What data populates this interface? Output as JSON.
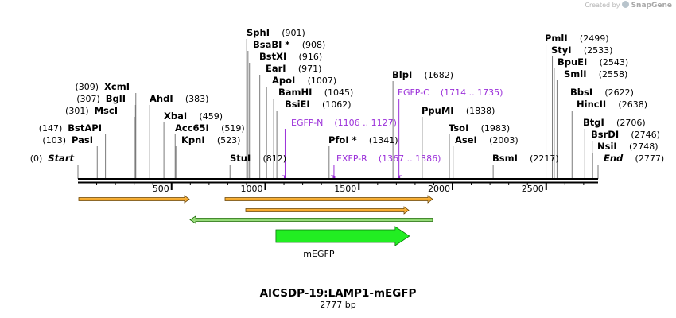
{
  "credit": {
    "prefix": "Created by",
    "brand": "SnapGene"
  },
  "title": "AICSDP-19:LAMP1-mEGFP",
  "subtitle": "2777 bp",
  "map": {
    "length": 2777,
    "ticks": [
      500,
      1000,
      1500,
      2000,
      2500
    ],
    "enzymes": [
      {
        "name": "Start",
        "pos": "(0)",
        "bp": 0
      },
      {
        "name": "PasI",
        "pos": "(103)",
        "bp": 103
      },
      {
        "name": "BstAPI",
        "pos": "(147)",
        "bp": 147
      },
      {
        "name": "MscI",
        "pos": "(301)",
        "bp": 301
      },
      {
        "name": "BglI",
        "pos": "(307)",
        "bp": 307
      },
      {
        "name": "XcmI",
        "pos": "(309)",
        "bp": 309
      },
      {
        "name": "AhdI",
        "pos": "(383)",
        "bp": 383
      },
      {
        "name": "XbaI",
        "pos": "(459)",
        "bp": 459
      },
      {
        "name": "Acc65I",
        "pos": "(519)",
        "bp": 519
      },
      {
        "name": "KpnI",
        "pos": "(523)",
        "bp": 523
      },
      {
        "name": "StuI",
        "pos": "(812)",
        "bp": 812
      },
      {
        "name": "SphI",
        "pos": "(901)",
        "bp": 901
      },
      {
        "name": "BsaBI *",
        "pos": "(908)",
        "bp": 908
      },
      {
        "name": "BstXI",
        "pos": "(916)",
        "bp": 916
      },
      {
        "name": "EarI",
        "pos": "(971)",
        "bp": 971
      },
      {
        "name": "ApoI",
        "pos": "(1007)",
        "bp": 1007
      },
      {
        "name": "BamHI",
        "pos": "(1045)",
        "bp": 1045
      },
      {
        "name": "BsiEI",
        "pos": "(1062)",
        "bp": 1062
      },
      {
        "name": "PfoI *",
        "pos": "(1341)",
        "bp": 1341
      },
      {
        "name": "BlpI",
        "pos": "(1682)",
        "bp": 1682
      },
      {
        "name": "PpuMI",
        "pos": "(1838)",
        "bp": 1838
      },
      {
        "name": "TsoI",
        "pos": "(1983)",
        "bp": 1983
      },
      {
        "name": "AseI",
        "pos": "(2003)",
        "bp": 2003
      },
      {
        "name": "BsmI",
        "pos": "(2217)",
        "bp": 2217
      },
      {
        "name": "PmlI",
        "pos": "(2499)",
        "bp": 2499
      },
      {
        "name": "StyI",
        "pos": "(2533)",
        "bp": 2533
      },
      {
        "name": "BpuEI",
        "pos": "(2543)",
        "bp": 2543
      },
      {
        "name": "SmlI",
        "pos": "(2558)",
        "bp": 2558
      },
      {
        "name": "BbsI",
        "pos": "(2622)",
        "bp": 2622
      },
      {
        "name": "HincII",
        "pos": "(2638)",
        "bp": 2638
      },
      {
        "name": "BtgI",
        "pos": "(2706)",
        "bp": 2706
      },
      {
        "name": "BsrDI",
        "pos": "(2746)",
        "bp": 2746
      },
      {
        "name": "NsiI",
        "pos": "(2748)",
        "bp": 2748
      },
      {
        "name": "End",
        "pos": "(2777)",
        "bp": 2777
      }
    ],
    "primers": [
      {
        "name": "EGFP-C",
        "range": "(1714 .. 1735)",
        "start": 1714,
        "end": 1735,
        "strand": "forward"
      },
      {
        "name": "EGFP-N",
        "range": "(1106 .. 1127)",
        "start": 1106,
        "end": 1127,
        "strand": "reverse"
      },
      {
        "name": "EXFP-R",
        "range": "(1367 .. 1386)",
        "start": 1367,
        "end": 1386,
        "strand": "reverse"
      }
    ],
    "features": [
      {
        "name": "mEGFP",
        "start": 1057,
        "end": 1770,
        "color": "#22ee22"
      }
    ],
    "colors": {
      "orange": "#f5a623",
      "green_line": "#8ad66b",
      "feature": "#22ee22",
      "primer": "#9b30d9"
    }
  }
}
